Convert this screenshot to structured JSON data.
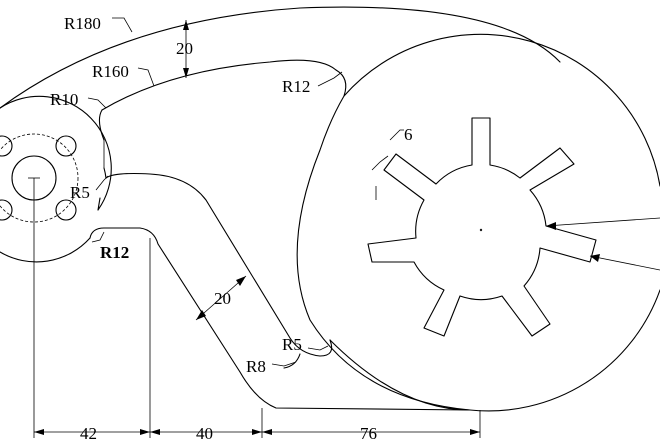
{
  "labels": {
    "r180": "R180",
    "w20_top": "20",
    "r160": "R160",
    "r12_top": "R12",
    "r10": "R10",
    "r5_left": "R5",
    "r12_left": "R12",
    "six": "6",
    "w20_mid": "20",
    "r5_bot": "R5",
    "r8": "R8",
    "d42": "42",
    "d40": "40",
    "d76": "76"
  }
}
